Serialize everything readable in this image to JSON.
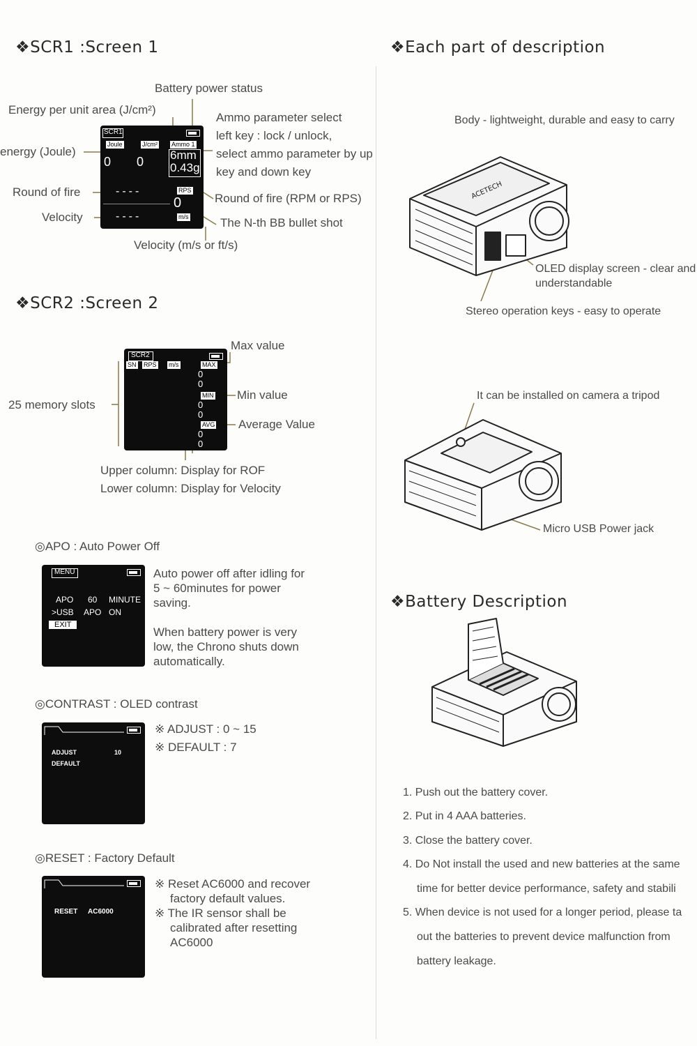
{
  "scr1": {
    "heading": "❖SCR1 :Screen 1",
    "battery_status": "Battery power status",
    "energy_per_unit": "Energy per unit area (J/cm²)",
    "energy_joule": "energy (Joule)",
    "round_of_fire": "Round of fire",
    "velocity": "Velocity",
    "ammo_select_lines": [
      "Ammo parameter select",
      "left key : lock / unlock,",
      "select ammo parameter by up",
      "key and down key"
    ],
    "rof_unit": "Round of fire (RPM or RPS)",
    "nth_shot": "The N-th BB bullet shot",
    "velocity_unit": "Velocity (m/s or ft/s)",
    "screen": {
      "tab": "SCR1",
      "joule": "Joule",
      "jcm": "J/cm²",
      "ammo": "Ammo 1",
      "val1": "0",
      "val2": "0",
      "mm": "6mm",
      "g": "0.43g",
      "rps": "RPS",
      "dashes1": "----",
      "count": "0",
      "ms": "m/s",
      "dashes2": "----"
    }
  },
  "scr2": {
    "heading": "❖SCR2 :Screen 2",
    "max_value": "Max value",
    "memory_slots": "25 memory slots",
    "min_value": "Min value",
    "avg_value": "Average Value",
    "upper_column": "Upper column: Display for ROF",
    "lower_column": "Lower column: Display for Velocity",
    "screen": {
      "tab": "SCR2",
      "sn": "SN",
      "rps": "RPS",
      "ms": "m/s",
      "max": "MAX",
      "min": "MIN",
      "avg": "AVG",
      "zero": "0"
    }
  },
  "apo": {
    "heading": "◎APO : Auto Power Off",
    "text1_lines": [
      "Auto power off after idling for",
      "5 ~ 60minutes for power",
      "saving."
    ],
    "text2_lines": [
      "When battery power is very",
      "low, the Chrono shuts down",
      "automatically."
    ],
    "screen": {
      "tab": "MENU",
      "row1": [
        "APO",
        "60",
        "MINUTE"
      ],
      "row2": [
        ">USB",
        "APO",
        "ON"
      ],
      "exit": "EXIT"
    }
  },
  "contrast": {
    "heading": "◎CONTRAST : OLED contrast",
    "adjust": "※ ADJUST : 0 ~ 15",
    "default": "※ DEFAULT : 7",
    "screen": {
      "adjust": "ADJUST",
      "value": "10",
      "default": "DEFAULT"
    }
  },
  "reset": {
    "heading": "◎RESET : Factory Default",
    "note1_lines": [
      "※ Reset AC6000 and recover",
      "factory default values."
    ],
    "note2_lines": [
      "※ The IR sensor shall be",
      "calibrated after resetting",
      "AC6000"
    ],
    "screen": {
      "reset": "RESET",
      "model": "AC6000"
    }
  },
  "parts": {
    "heading": "❖Each part of description",
    "body": "Body - lightweight, durable and easy to carry",
    "brand": "ACETECH",
    "oled_lines": [
      "OLED display screen - clear and",
      "understandable"
    ],
    "keys": "Stereo operation keys - easy to operate",
    "tripod": "It can be installed on camera a tripod",
    "usb": "Micro USB Power jack"
  },
  "battery": {
    "heading": "❖Battery Description",
    "items": [
      "1. Push out the battery cover.",
      "2. Put in 4 AAA batteries.",
      "3. Close the battery cover.",
      "4. Do Not install the used and new batteries at the same",
      "time for better device performance, safety and stabili",
      "5. When device is not used for a longer period, please ta",
      "out the batteries to prevent device malfunction from",
      "battery leakage."
    ]
  }
}
